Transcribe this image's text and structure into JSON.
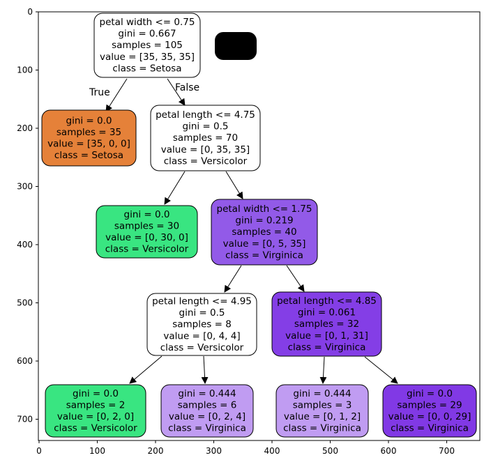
{
  "palette": {
    "white": "#ffffff",
    "setosa": "#e58139",
    "versicolor": "#39e581",
    "virginica_strong": "#8139e5",
    "virginica_mid": "#925ae8",
    "virginica_medium": "#843ee6",
    "virginica_light": "#c09cf2",
    "redaction": "#000000"
  },
  "axes": {
    "x_ticks": [
      "0",
      "100",
      "200",
      "300",
      "400",
      "500",
      "600",
      "700"
    ],
    "y_ticks": [
      "0",
      "100",
      "200",
      "300",
      "400",
      "500",
      "600",
      "700"
    ]
  },
  "edges": {
    "true_label": "True",
    "false_label": "False"
  },
  "nodes": [
    {
      "id": "n0",
      "color": "white",
      "lines": [
        "petal width <= 0.75",
        "gini = 0.667",
        "samples = 105",
        "value = [35, 35, 35]",
        "class = Setosa"
      ]
    },
    {
      "id": "n1",
      "color": "setosa",
      "lines": [
        "gini = 0.0",
        "samples = 35",
        "value = [35, 0, 0]",
        "class = Setosa"
      ]
    },
    {
      "id": "n2",
      "color": "white",
      "lines": [
        "petal length <= 4.75",
        "gini = 0.5",
        "samples = 70",
        "value = [0, 35, 35]",
        "class = Versicolor"
      ]
    },
    {
      "id": "n3",
      "color": "versicolor",
      "lines": [
        "gini = 0.0",
        "samples = 30",
        "value = [0, 30, 0]",
        "class = Versicolor"
      ]
    },
    {
      "id": "n4",
      "color": "virginica_mid",
      "lines": [
        "petal width <= 1.75",
        "gini = 0.219",
        "samples = 40",
        "value = [0, 5, 35]",
        "class = Virginica"
      ]
    },
    {
      "id": "n5",
      "color": "white",
      "lines": [
        "petal length <= 4.95",
        "gini = 0.5",
        "samples = 8",
        "value = [0, 4, 4]",
        "class = Versicolor"
      ]
    },
    {
      "id": "n6",
      "color": "virginica_medium",
      "lines": [
        "petal length <= 4.85",
        "gini = 0.061",
        "samples = 32",
        "value = [0, 1, 31]",
        "class = Virginica"
      ]
    },
    {
      "id": "n7",
      "color": "versicolor",
      "lines": [
        "gini = 0.0",
        "samples = 2",
        "value = [0, 2, 0]",
        "class = Versicolor"
      ]
    },
    {
      "id": "n8",
      "color": "virginica_light",
      "lines": [
        "gini = 0.444",
        "samples = 6",
        "value = [0, 2, 4]",
        "class = Virginica"
      ]
    },
    {
      "id": "n9",
      "color": "virginica_light",
      "lines": [
        "gini = 0.444",
        "samples = 3",
        "value = [0, 1, 2]",
        "class = Virginica"
      ]
    },
    {
      "id": "n10",
      "color": "virginica_strong",
      "lines": [
        "gini = 0.0",
        "samples = 29",
        "value = [0, 0, 29]",
        "class = Virginica"
      ]
    }
  ]
}
